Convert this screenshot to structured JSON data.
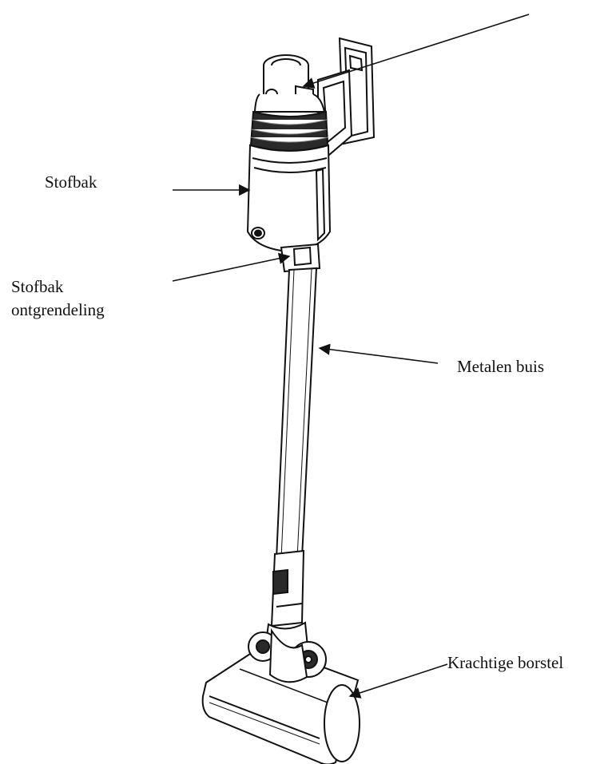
{
  "colors": {
    "line": "#111111",
    "fill": "#ffffff",
    "shade": "#2a2a2a"
  },
  "labels": {
    "stofbak": "Stofbak",
    "ontgrendeling_line1": "Stofbak",
    "ontgrendeling_line2": "ontgrendeling",
    "metalen_buis": "Metalen buis",
    "krachtige_borstel": "Krachtige borstel"
  }
}
